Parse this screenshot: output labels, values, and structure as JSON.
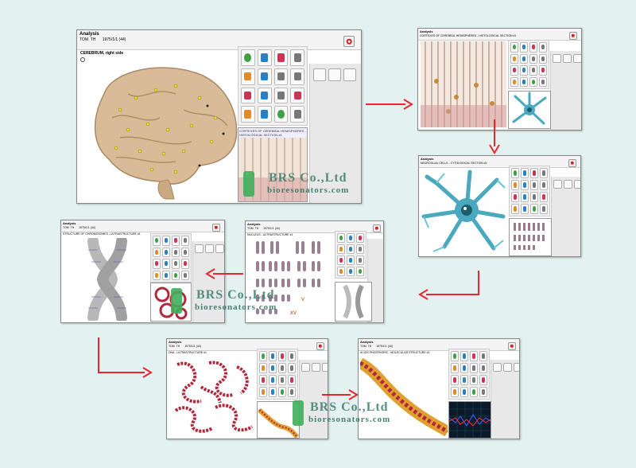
{
  "main_window": {
    "title": "Analysis",
    "subtitle": "TOM  TH      1975/1/1 (44)",
    "organ_label": "CEREBRUM, right side",
    "thumb_caption": "CORTEXES OF CEREBRAL HEMISPHERES - HISTOLOGICAL SECTION #1"
  },
  "window_cortex": {
    "title": "Analysis",
    "subtitle": "CORTEXES OF CEREBRAL HEMISPHERES - HISTOLOGICAL SECTION #1"
  },
  "window_neuron": {
    "title": "Analysis",
    "subtitle": "NEUROGLIAL CELLS - CYTOLOGICAL SECTION #1"
  },
  "window_chromosomes": {
    "title": "Analysis",
    "subtitle": "TOM  TH      1975/1/1 (44)",
    "organ": "NUCLEUS - ULTRASTRUCTURE #1",
    "roman_v": "V",
    "roman_xv": "XV"
  },
  "window_chromosome": {
    "title": "Analysis",
    "subtitle": "TOM  TH      1975/1/1 (44)",
    "organ": "STRUCTURE OF CHROMOSOMES - ULTRASTRUCTURE #1"
  },
  "window_dna": {
    "title": "Analysis",
    "subtitle": "TOM  TH      1975/1/1 (44)",
    "organ": "DNA - ULTRASTRUCTURE #1"
  },
  "window_helix": {
    "title": "Analysis",
    "subtitle": "TOM  TH      1975/1/1 (44)",
    "organ": "ACIDS PHOSPHORIC - MOLECULAR STRUCTURE #1"
  },
  "watermark": {
    "brand": "BRS Co.,Ltd",
    "url": "bioresonators.com"
  },
  "colors": {
    "arrow": "#e8262e",
    "background": "#e3f1f1",
    "brain": "#d9bc97",
    "neuron": "#4aa9bf",
    "dna": "#b0283c"
  },
  "icons": [
    "search-icon",
    "power-icon",
    "cross-icon",
    "letter-i-icon"
  ]
}
